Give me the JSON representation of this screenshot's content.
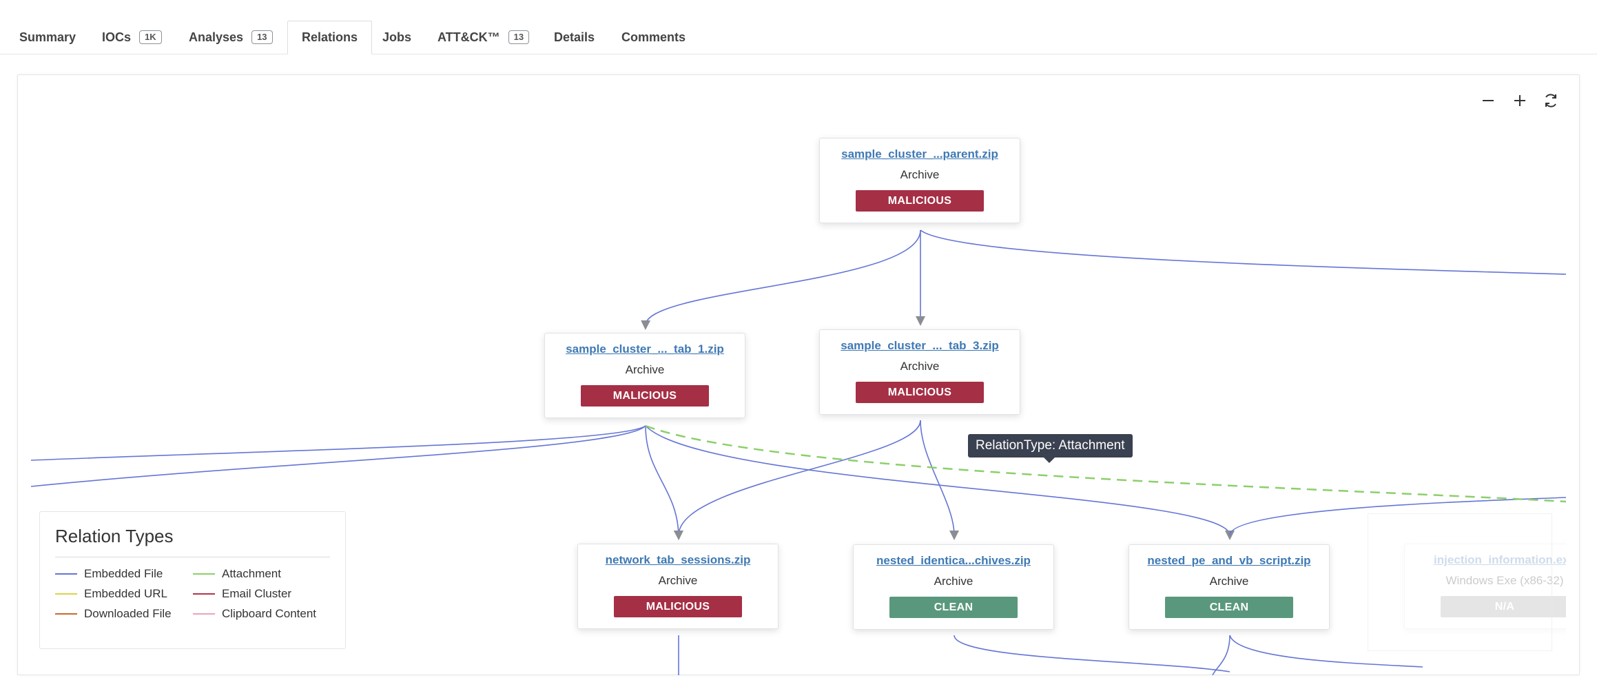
{
  "tabs": [
    {
      "label": "Summary",
      "badge": ""
    },
    {
      "label": "IOCs",
      "badge": "1K"
    },
    {
      "label": "Analyses",
      "badge": "13"
    },
    {
      "label": "Relations",
      "badge": "",
      "active": true
    },
    {
      "label": "Jobs",
      "badge": ""
    },
    {
      "label": "ATT&CK™",
      "badge": "13"
    },
    {
      "label": "Details",
      "badge": ""
    },
    {
      "label": "Comments",
      "badge": ""
    }
  ],
  "controls": {
    "zoom_out_icon": "minus-icon",
    "zoom_in_icon": "plus-icon",
    "reset_icon": "refresh-icon"
  },
  "colors": {
    "malicious": "#a52f45",
    "clean": "#5a987d",
    "na": "#9a9a9a",
    "embedded_file": "#6475d6",
    "attachment": "#8ccf6a",
    "embedded_url": "#d8d44a",
    "email_cluster": "#b0364a",
    "downloaded_file": "#c86a2e",
    "clipboard_content": "#e9a3bb"
  },
  "nodes": {
    "parent": {
      "name": "sample_cluster_...parent.zip",
      "type": "Archive",
      "verdict": "MALICIOUS"
    },
    "tab1": {
      "name": "sample_cluster_..._tab_1.zip",
      "type": "Archive",
      "verdict": "MALICIOUS"
    },
    "tab3": {
      "name": "sample_cluster_..._tab_3.zip",
      "type": "Archive",
      "verdict": "MALICIOUS"
    },
    "network": {
      "name": "network_tab_sessions.zip",
      "type": "Archive",
      "verdict": "MALICIOUS"
    },
    "nested_ident": {
      "name": "nested_identica...chives.zip",
      "type": "Archive",
      "verdict": "CLEAN"
    },
    "nested_pe": {
      "name": "nested_pe_and_vb_script.zip",
      "type": "Archive",
      "verdict": "CLEAN"
    },
    "injection": {
      "name": "injection_information.exe",
      "type": "Windows Exe (x86-32)",
      "verdict": "N/A"
    }
  },
  "tooltip": "RelationType: Attachment",
  "legend": {
    "title": "Relation Types",
    "items": [
      {
        "label": "Embedded File",
        "color": "#6475d6"
      },
      {
        "label": "Attachment",
        "color": "#8ccf6a"
      },
      {
        "label": "Embedded URL",
        "color": "#d8d44a"
      },
      {
        "label": "Email Cluster",
        "color": "#b0364a"
      },
      {
        "label": "Downloaded File",
        "color": "#c86a2e"
      },
      {
        "label": "Clipboard Content",
        "color": "#e9a3bb"
      }
    ]
  }
}
